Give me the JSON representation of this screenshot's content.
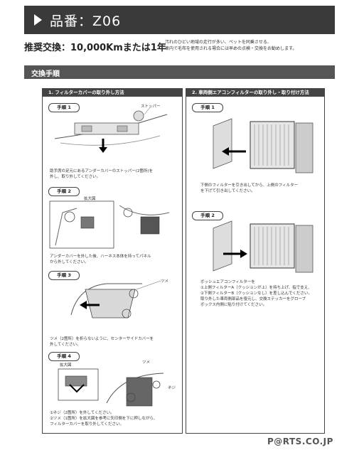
{
  "header": {
    "title": "品番：Z06"
  },
  "recommend": {
    "main": "推奨交換：10,000Kmまたは1年",
    "note_line1": "汚れのひどい地域の走行が多い、ペットを同乗させる、",
    "note_line2": "車内で毛布を使用される場合には早めの点検・交換をお勧めします。"
  },
  "section": {
    "title": "交換手順"
  },
  "left_panel": {
    "title": "1.  フィルターカバーの取り外し方法",
    "steps": [
      {
        "label": "手順 1",
        "callout": "ストッパー",
        "caption_line1": "助手席の足元にあるアンダーカバーのストッパー(2箇所)を",
        "caption_line2": "外し、取り外してください。"
      },
      {
        "label": "手順 2",
        "callout": "拡大図",
        "caption_line1": "アンダーカバーを外した後、ハーネス本体を持ってパネル",
        "caption_line2": "から外してください。"
      },
      {
        "label": "手順 3",
        "callout": "ツメ",
        "caption_line1": "ツメ（2箇所）を折らないように、センターサイドカバーを",
        "caption_line2": "外してください。"
      },
      {
        "label": "手順 4",
        "callout": "拡大図",
        "callout2": "ツメ",
        "callout3": "ネジ",
        "caption_line1": "①ネジ（2箇所）を外してください。",
        "caption_line2": "②ツメ（1箇所）を拡大図を参考に矢印側を下に押しながら、",
        "caption_line3": "フィルターカバーを取り外してください。"
      }
    ]
  },
  "right_panel": {
    "title": "2.  車両側エアコンフィルターの取り外し・取り付け方法",
    "steps": [
      {
        "label": "手順 1",
        "caption_line1": "下側のフィルターを引き出してから、上側のフィルター",
        "caption_line2": "を下げて引き出してください。"
      },
      {
        "label": "手順 2",
        "caption_line1": "ボッシュエアコンフィルターを",
        "caption_line2": "①上側フィルターA（クッションが上）を持ち上げ、指で支え、",
        "caption_line3": "②下側フィルターB（クッションなし）を差し込んでください。",
        "caption_line4": "取り外した車両側部品を復元し、交換ステッカーをグローブ",
        "caption_line5": "ボックス内側に貼り付けてください。"
      }
    ]
  },
  "footer": {
    "logo": "P@RTS.CO.JP"
  }
}
